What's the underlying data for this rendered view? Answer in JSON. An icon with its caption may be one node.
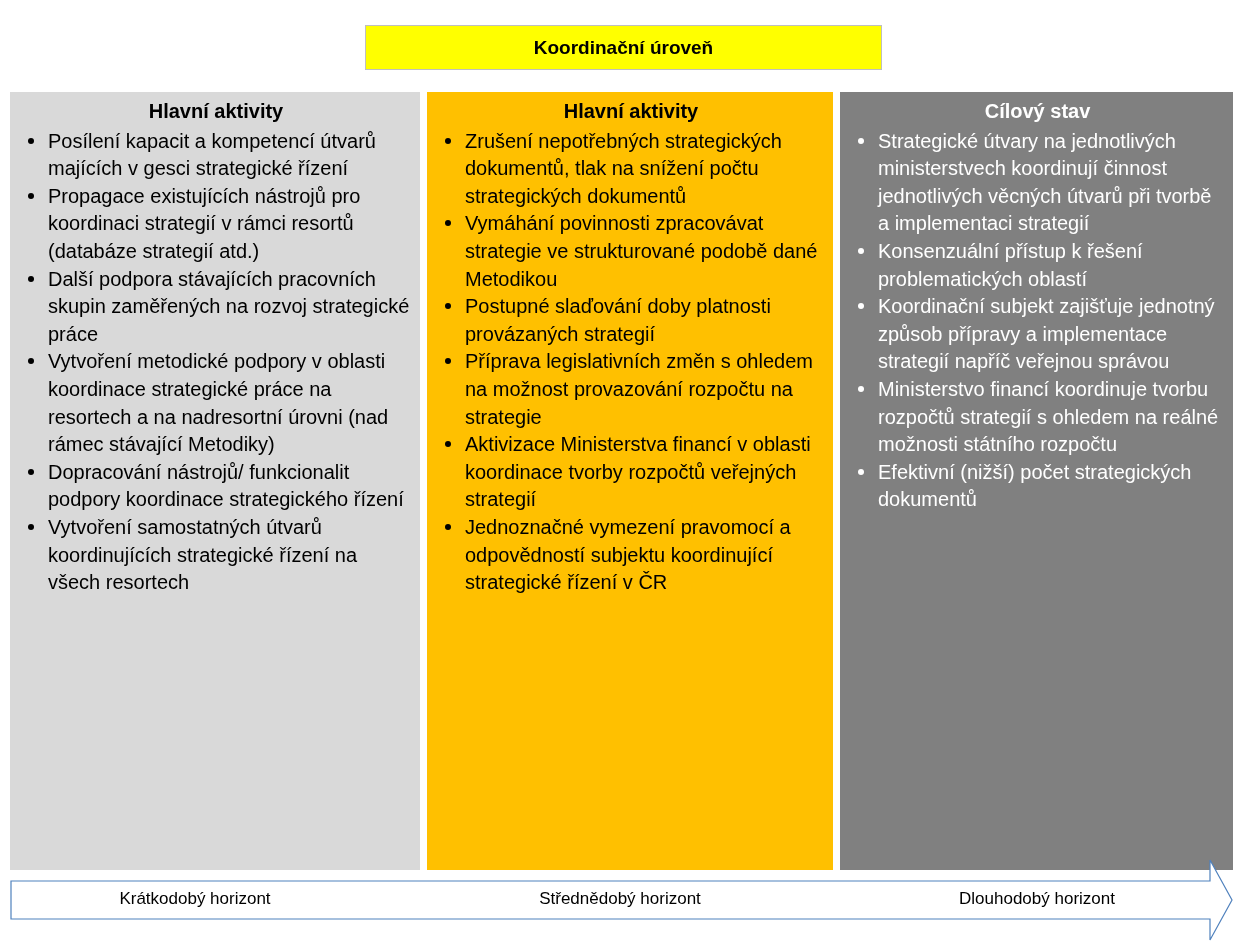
{
  "diagram": {
    "nodes": [
      {
        "text": [
          "Koordinační úroveň"
        ]
      },
      {
        "text": [
          "Hlavní aktivity",
          "Posílení kapacit a kompetencí útvarů majících v gesci strategické řízení",
          "Propagace existujících nástrojů pro koordinaci strategií v rámci resortů (databáze strategií atd.)",
          "Další podpora stávajících pracovních skupin zaměřených na rozvoj strategické práce",
          "Vytvoření metodické podpory v oblasti koordinace strategické práce na resortech a na nadresortní úrovni (nad rámec stávající Metodiky)",
          "Dopracování nástrojů/ funkcionalit podpory koordinace strategického řízení",
          "Vytvoření samostatných útvarů koordinujících strategické řízení na všech resortech"
        ]
      },
      {
        "text": [
          "Hlavní aktivity",
          "Zrušení nepotřebných strategických dokumentů, tlak na snížení počtu strategických dokumentů",
          "Vymáhání povinnosti zpracovávat strategie ve strukturované podobě dané Metodikou",
          "Postupné slaďování doby platnosti provázaných strategií",
          "Příprava legislativních změn s ohledem na možnost provazování rozpočtu na strategie",
          "Aktivizace Ministerstva financí v oblasti koordinace tvorby rozpočtů veřejných strategií",
          "Jednoznačné vymezení pravomocí a odpovědností subjektu koordinující strategické řízení v ČR"
        ]
      },
      {
        "text": [
          "Cílový stav",
          "Strategické útvary na jednotlivých ministerstvech koordinují činnost jednotlivých věcných útvarů při tvorbě a implementaci strategií",
          "Konsenzuální přístup k řešení problematických oblastí",
          "Koordinační subjekt zajišťuje jednotný způsob přípravy a implementace strategií napříč veřejnou správou",
          "Ministerstvo financí koordinuje tvorbu rozpočtů strategií s ohledem na reálné možnosti státního rozpočtu",
          "Efektivní (nižší) počet strategických dokumentů"
        ]
      },
      {
        "text": [
          "Krátkodobý horizont",
          "Střednědobý horizont",
          "Dlouhodobý horizont"
        ]
      }
    ]
  }
}
